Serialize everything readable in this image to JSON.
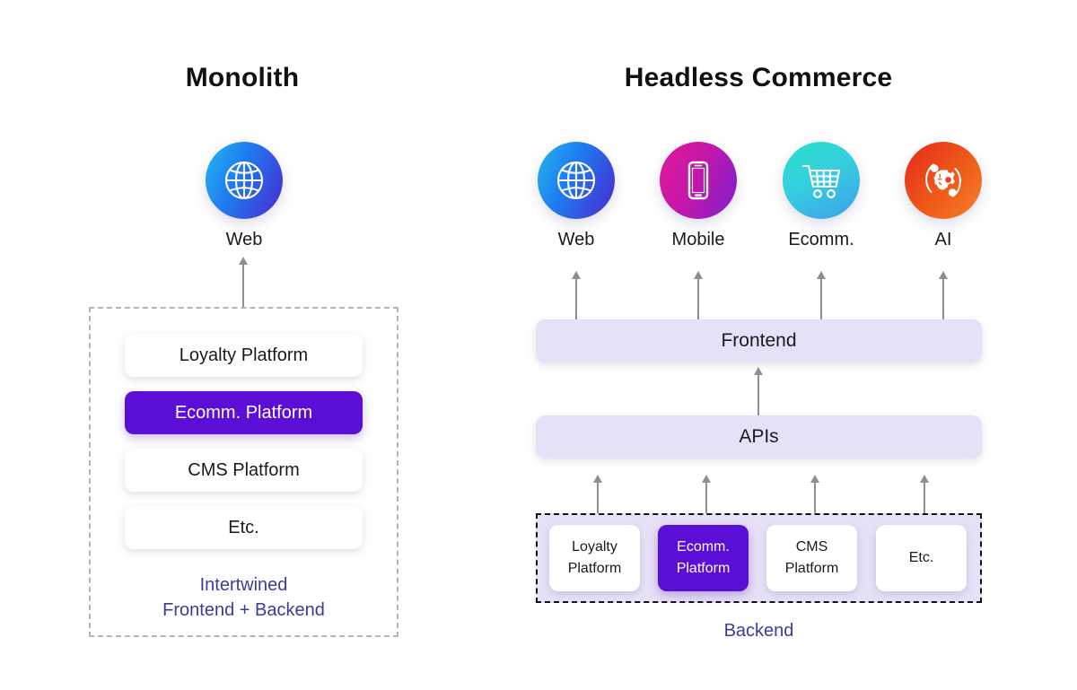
{
  "monolith": {
    "title": "Monolith",
    "channel": {
      "label": "Web",
      "icon": "globe-icon",
      "gradient_from": "#23b7f0",
      "gradient_to": "#4a27cf"
    },
    "boxes": [
      {
        "label": "Loyalty Platform",
        "accent": false
      },
      {
        "label": "Ecomm. Platform",
        "accent": true
      },
      {
        "label": "CMS Platform",
        "accent": false
      },
      {
        "label": "Etc.",
        "accent": false
      }
    ],
    "caption_line1": "Intertwined",
    "caption_line2": "Frontend + Backend",
    "caption_color": "#3c3b9e",
    "container_border_color": "#b4b4b8"
  },
  "headless": {
    "title": "Headless Commerce",
    "channels": [
      {
        "label": "Web",
        "icon": "globe-icon",
        "gradient_from": "#23b7f0",
        "gradient_to": "#4a27cf"
      },
      {
        "label": "Mobile",
        "icon": "phone-icon",
        "gradient_from": "#e0189b",
        "gradient_to": "#7b1fd0"
      },
      {
        "label": "Ecomm.",
        "icon": "cart-icon",
        "gradient_from": "#27e0c4",
        "gradient_to": "#3d9fe8"
      },
      {
        "label": "AI",
        "icon": "ai-brain-gear-icon",
        "gradient_from": "#e52a1c",
        "gradient_to": "#f5812a"
      }
    ],
    "layers": [
      {
        "label": "Frontend",
        "color": "#e7e1f8"
      },
      {
        "label": "APIs",
        "color": "#e7e1f8"
      }
    ],
    "backend_boxes": [
      {
        "line1": "Loyalty",
        "line2": "Platform",
        "accent": false
      },
      {
        "line1": "Ecomm.",
        "line2": "Platform",
        "accent": true
      },
      {
        "line1": "CMS",
        "line2": "Platform",
        "accent": false
      },
      {
        "line1": "Etc.",
        "line2": "",
        "accent": false
      }
    ],
    "backend_caption": "Backend",
    "backend_caption_color": "#3c3b9e",
    "backend_border_color": "#111114",
    "accent_color": "#5b0fd6",
    "arrow_color": "#8e8e96"
  }
}
